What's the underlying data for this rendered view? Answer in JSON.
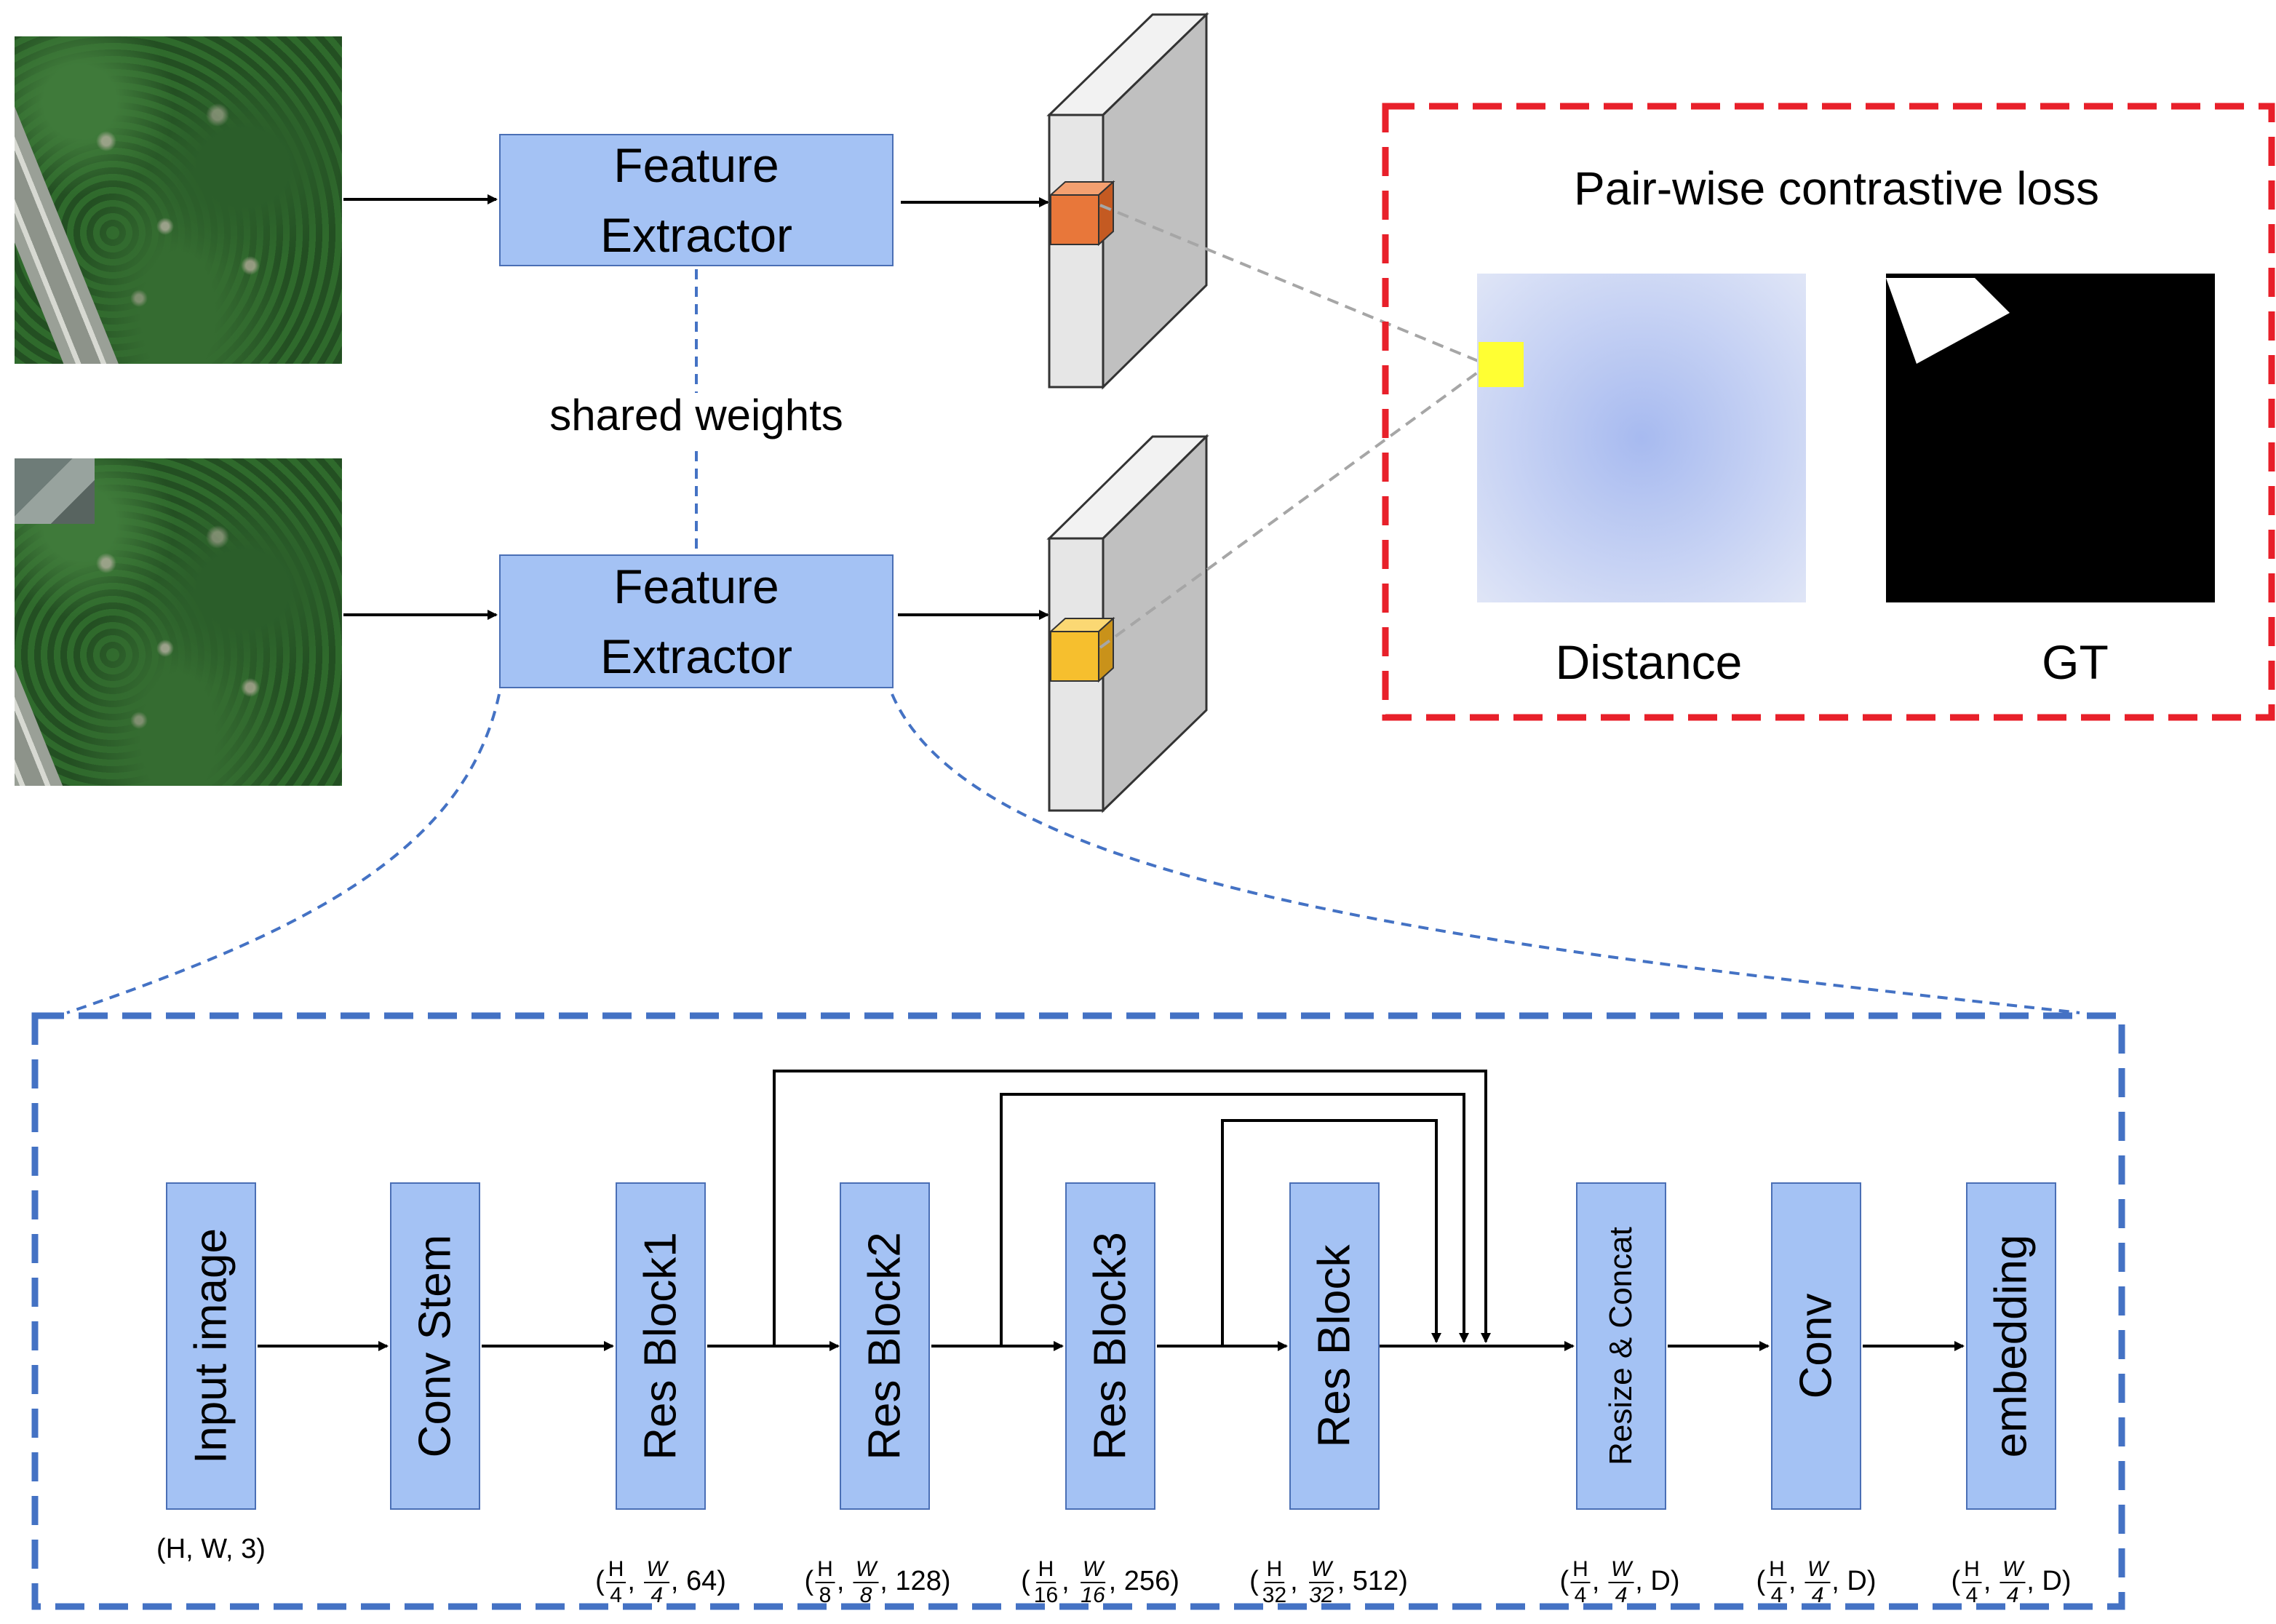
{
  "top": {
    "feature_extractor_line1": "Feature",
    "feature_extractor_line2": "Extractor",
    "shared_weights": "shared weights"
  },
  "loss_panel": {
    "title": "Pair-wise contrastive loss",
    "distance_label": "Distance",
    "gt_label": "GT"
  },
  "pipeline": {
    "blocks": [
      {
        "label": "Input image",
        "dim_text": "(H, W, 3)"
      },
      {
        "label": "Conv Stem"
      },
      {
        "label": "Res Block1",
        "dim": {
          "h_den": "4",
          "w_den": "4",
          "ch": "64"
        }
      },
      {
        "label": "Res Block2",
        "dim": {
          "h_den": "8",
          "w_den": "8",
          "ch": "128"
        }
      },
      {
        "label": "Res Block3",
        "dim": {
          "h_den": "16",
          "w_den": "16",
          "ch": "256"
        }
      },
      {
        "label": "Res Block",
        "dim": {
          "h_den": "32",
          "w_den": "32",
          "ch": "512"
        }
      },
      {
        "label": "Resize & Concat",
        "dim": {
          "h_den": "4",
          "w_den": "4",
          "ch": "D"
        }
      },
      {
        "label": "Conv",
        "dim": {
          "h_den": "4",
          "w_den": "4",
          "ch": "D"
        }
      },
      {
        "label": "embedding",
        "dim": {
          "h_den": "4",
          "w_den": "4",
          "ch": "D"
        }
      }
    ],
    "dim_symbols": {
      "h": "H",
      "w": "W"
    }
  },
  "colors": {
    "box_fill": "#a4c2f4",
    "box_border": "#4a6fb5",
    "dash_blue": "#4472c4",
    "loss_red": "#e8202a",
    "orange_cube": "#e8773a",
    "yellow_cube": "#f6bf2e",
    "yellow_marker": "#ffff33",
    "slab_front": "#e6e6e6",
    "slab_side": "#c0c0c0"
  }
}
